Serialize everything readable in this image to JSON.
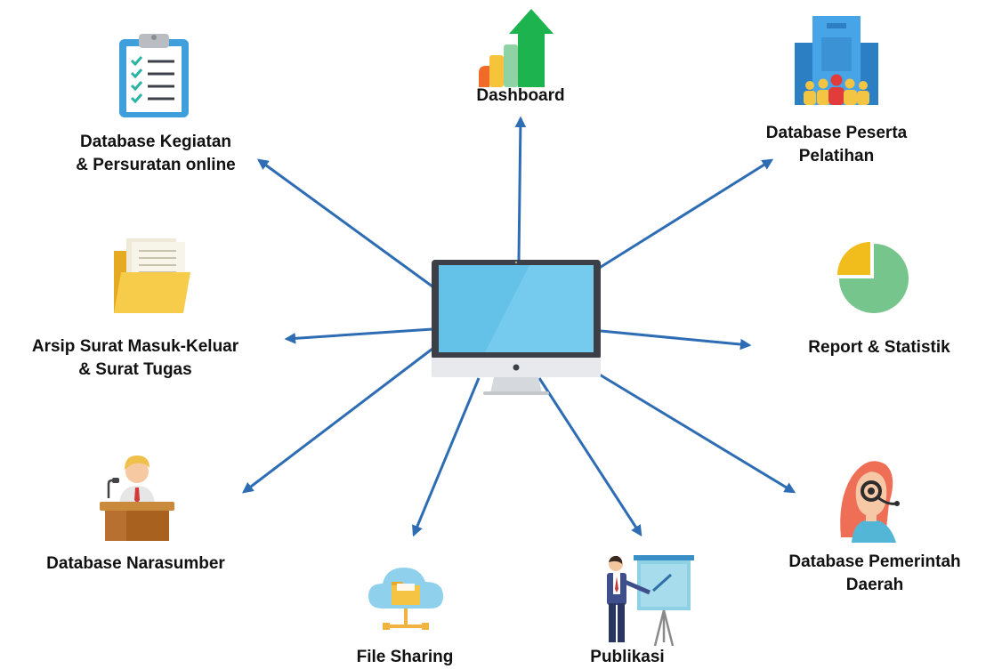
{
  "diagram": {
    "center": {
      "icon": "desktop-monitor-icon"
    },
    "arrow_color": "#2E6DB4",
    "nodes": [
      {
        "id": "dashboard",
        "icon": "bar-growth-chart-icon",
        "lines": [
          "Dashboard"
        ]
      },
      {
        "id": "db-peserta",
        "icon": "office-building-people-icon",
        "lines": [
          "Database Peserta",
          "Pelatihan"
        ]
      },
      {
        "id": "report",
        "icon": "pie-chart-icon",
        "lines": [
          "Report & Statistik"
        ]
      },
      {
        "id": "db-pemda",
        "icon": "headset-operator-icon",
        "lines": [
          "Database Pemerintah",
          "Daerah"
        ]
      },
      {
        "id": "publikasi",
        "icon": "presentation-board-icon",
        "lines": [
          "Publikasi"
        ]
      },
      {
        "id": "file-sharing",
        "icon": "cloud-folder-icon",
        "lines": [
          "File Sharing"
        ]
      },
      {
        "id": "db-narasumber",
        "icon": "speaker-podium-icon",
        "lines": [
          "Database Narasumber"
        ]
      },
      {
        "id": "arsip",
        "icon": "folder-documents-icon",
        "lines": [
          "Arsip Surat Masuk-Keluar",
          "& Surat Tugas"
        ]
      },
      {
        "id": "db-kegiatan",
        "icon": "clipboard-checklist-icon",
        "lines": [
          "Database Kegiatan",
          "& Persuratan online"
        ]
      }
    ]
  }
}
